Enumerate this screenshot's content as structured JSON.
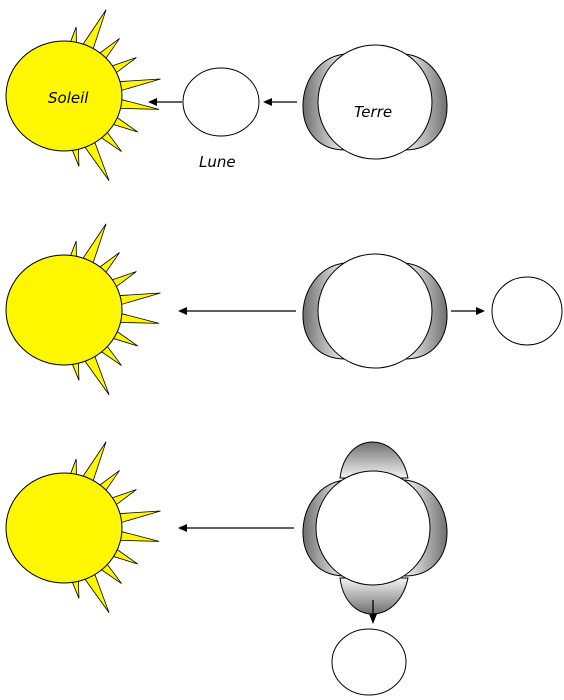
{
  "labels": {
    "sun": "Soleil",
    "earth": "Terre",
    "moon": "Lune"
  },
  "colors": {
    "sun_fill": "#FFF700",
    "outline": "#000000",
    "shade_dark": "#777777",
    "shade_light": "#F2F2F2",
    "background": "#FFFFFF"
  },
  "scenes": [
    {
      "name": "moon-between-sun-and-earth",
      "tides": "aligned-with-sun",
      "moon_position": "sun-side"
    },
    {
      "name": "moon-opposite-sun",
      "tides": "aligned-with-sun",
      "moon_position": "far-side"
    },
    {
      "name": "moon-at-right-angle",
      "tides": "aligned-with-sun-and-moon",
      "moon_position": "below"
    }
  ]
}
